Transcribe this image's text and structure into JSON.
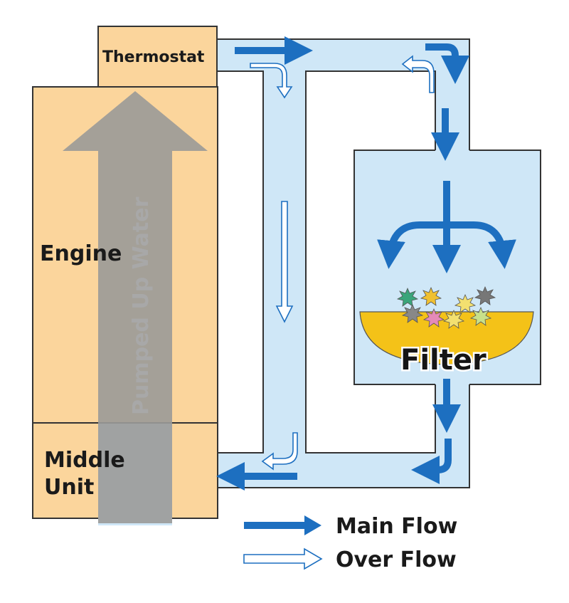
{
  "labels": {
    "thermostat": "Thermostat",
    "engine": "Engine",
    "middle_line1": "Middle",
    "middle_line2": "Unit",
    "pumped": "Pumped Up Water",
    "filter": "Filter"
  },
  "legend": {
    "main_flow": "Main Flow",
    "over_flow": "Over Flow"
  },
  "colors": {
    "engine_fill": "#fbd59c",
    "pipe_fill": "#cfe7f7",
    "main_arrow": "#1d6fc0",
    "over_arrow_outline": "#1d6fc0",
    "over_arrow_fill": "#ffffff",
    "pumped_arrow": "#9a9a98",
    "filter_bowl": "#f4c218",
    "outline": "#333333"
  }
}
